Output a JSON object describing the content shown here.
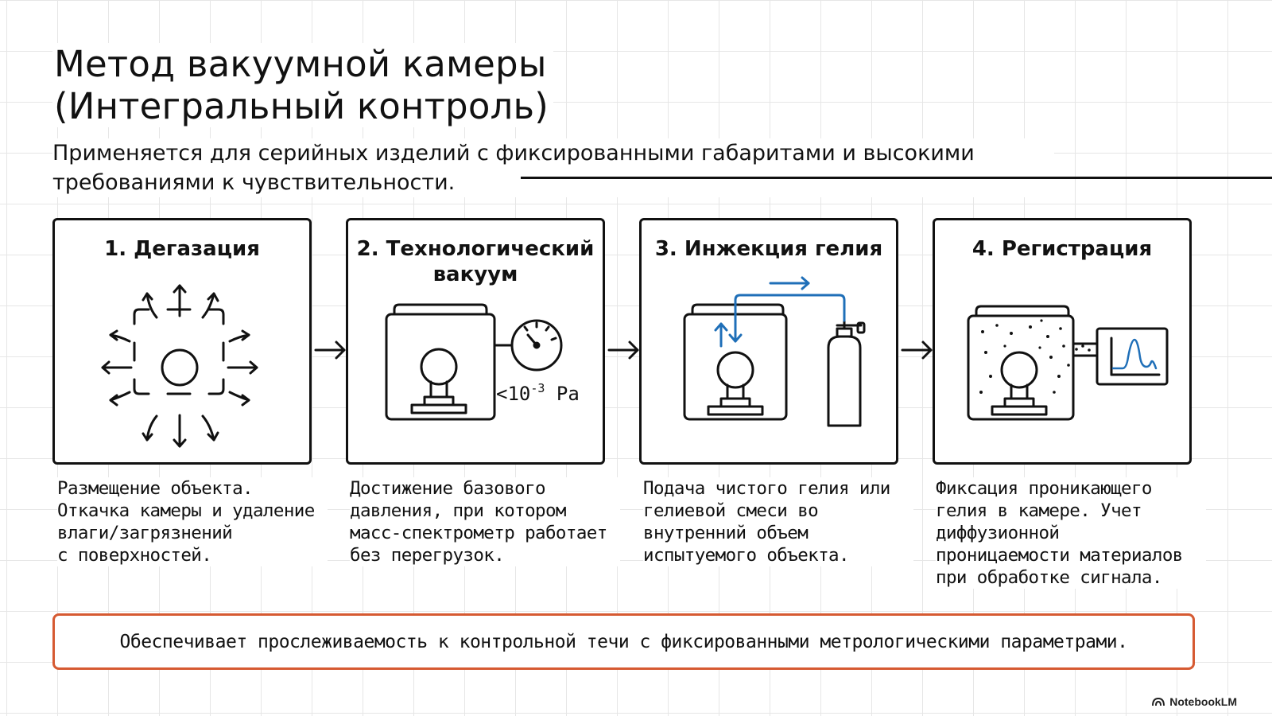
{
  "title": {
    "line1": "Метод вакуумной камеры",
    "line2": "(Интегральный контроль)"
  },
  "subtitle": "Применяется для серийных изделий с фиксированными габаритами и высокими требованиями к чувствительности.",
  "steps": [
    {
      "title": "1. Дегазация",
      "icon": "degassing-icon",
      "description": "Размещение объекта.\nОткачка камеры и удаление\nвлаги/загрязнений\nс поверхностей."
    },
    {
      "title": "2. Технологический вакуум",
      "icon": "vacuum-chamber-gauge-icon",
      "gauge_label_base": "<10",
      "gauge_label_exp": "-3",
      "gauge_label_unit": " Pa",
      "description": "Достижение базового\nдавления, при котором\nмасс-спектрометр работает\nбез перегрузок."
    },
    {
      "title": "3. Инжекция гелия",
      "icon": "helium-injection-icon",
      "description": "Подача чистого гелия или\nгелиевой смеси во\nвнутренний объем\nиспытуемого объекта."
    },
    {
      "title": "4. Регистрация",
      "icon": "detection-spectrum-icon",
      "description": "Фиксация проникающего\nгелия в камере. Учет\nдиффузионной\nпроницаемости материалов\nпри обработке сигнала."
    }
  ],
  "note": "Обеспечивает прослеживаемость к контрольной течи с фиксированными метрологическими параметрами.",
  "brand": "NotebookLM",
  "colors": {
    "accent_blue": "#1f6fb8",
    "note_border": "#d65a32",
    "ink": "#111111"
  }
}
